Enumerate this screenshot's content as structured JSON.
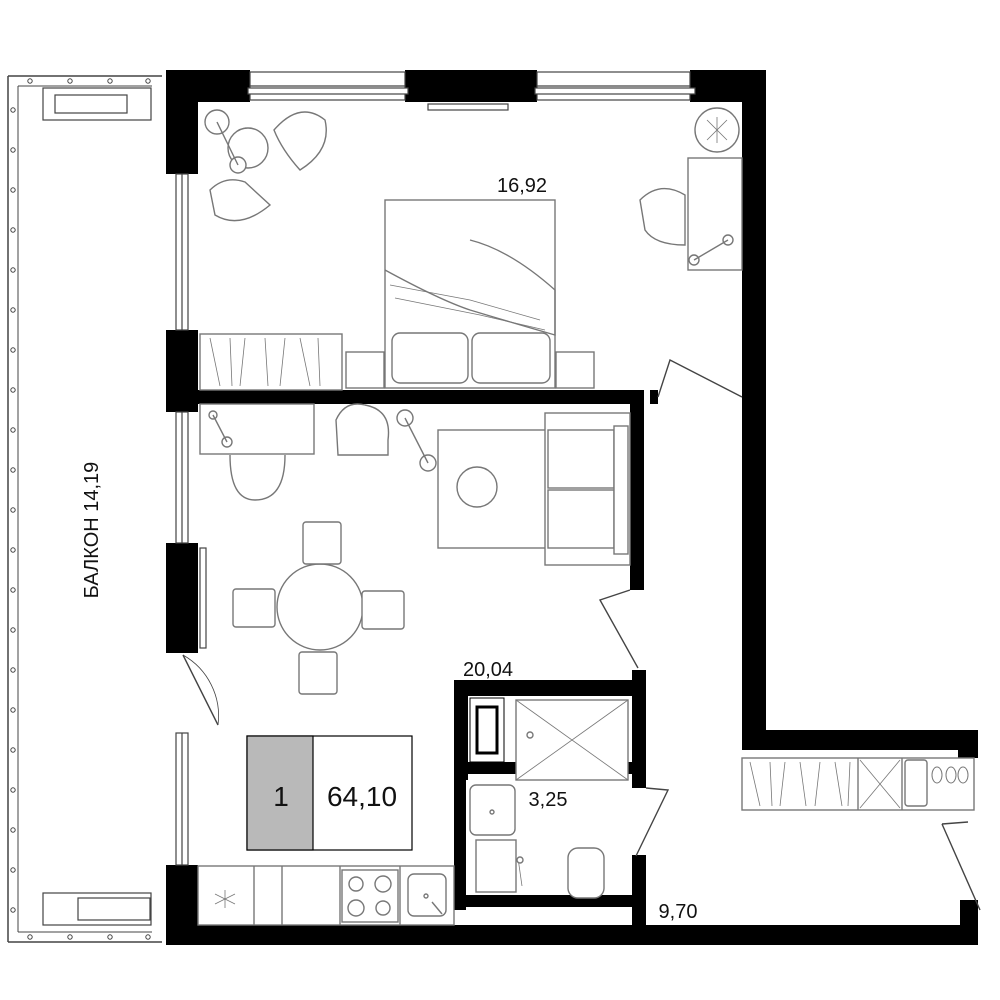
{
  "rooms": {
    "bedroom_area": "16,92",
    "living_area": "20,04",
    "bathroom_area": "3,25",
    "hall_area": "9,70",
    "balcony_label": "БАЛКОН 14,19"
  },
  "summary": {
    "rooms_count": "1",
    "total_area": "64,10"
  },
  "colors": {
    "wall": "#000000",
    "line": "#444444",
    "furniture": "#777777",
    "badge_fill": "#b9b9b9"
  }
}
